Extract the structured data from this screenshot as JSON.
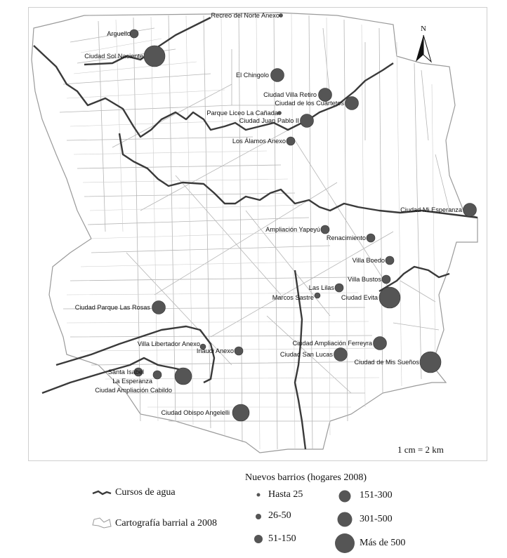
{
  "north_label": "N",
  "scale_text": "1 cm = 2 km",
  "legend": {
    "water_label": "Cursos de agua",
    "map_label": "Cartografía barrial a 2008",
    "title": "Nuevos barrios (hogares 2008)",
    "classes": [
      {
        "label": "Hasta 25"
      },
      {
        "label": "26-50"
      },
      {
        "label": "51-150"
      },
      {
        "label": "151-300"
      },
      {
        "label": "301-500"
      },
      {
        "label": "Más de 500"
      }
    ]
  },
  "barrios": [
    {
      "name": "Recreo del Norte Anexo",
      "class": 0
    },
    {
      "name": "Arguello",
      "class": 2
    },
    {
      "name": "Ciudad Sol Naciente",
      "class": 5
    },
    {
      "name": "El Chingolo",
      "class": 3
    },
    {
      "name": "Ciudad Villa Retiro",
      "class": 3
    },
    {
      "name": "Ciudad de los Cuartetos",
      "class": 3
    },
    {
      "name": "Parque Liceo La Cañada",
      "class": 0
    },
    {
      "name": "Ciudad Juan Pablo II",
      "class": 3
    },
    {
      "name": "Los Álamos Anexo",
      "class": 2
    },
    {
      "name": "Ciudad Mi Esperanza",
      "class": 3
    },
    {
      "name": "Ampliación Yapeyú",
      "class": 2
    },
    {
      "name": "Renacimiento",
      "class": 2
    },
    {
      "name": "Villa Boedo",
      "class": 2
    },
    {
      "name": "Villa Bustos",
      "class": 2
    },
    {
      "name": "Las Lilas",
      "class": 2
    },
    {
      "name": "Marcos Sastre",
      "class": 1
    },
    {
      "name": "Ciudad Evita",
      "class": 5
    },
    {
      "name": "Ciudad Parque Las Rosas",
      "class": 3
    },
    {
      "name": "Villa Libertador Anexo",
      "class": 1
    },
    {
      "name": "Inaudi Anexo",
      "class": 2
    },
    {
      "name": "Ciudad Ampliación Ferreyra",
      "class": 3
    },
    {
      "name": "Ciudad San Lucas",
      "class": 3
    },
    {
      "name": "Ciudad de Mis Sueños",
      "class": 5
    },
    {
      "name": "Santa Isabel",
      "class": 2
    },
    {
      "name": "La Esperanza",
      "class": 2
    },
    {
      "name": "Ciudad Ampliación Cabildo",
      "class": 4
    },
    {
      "name": "Ciudad Obispo Angelelli",
      "class": 4
    }
  ]
}
